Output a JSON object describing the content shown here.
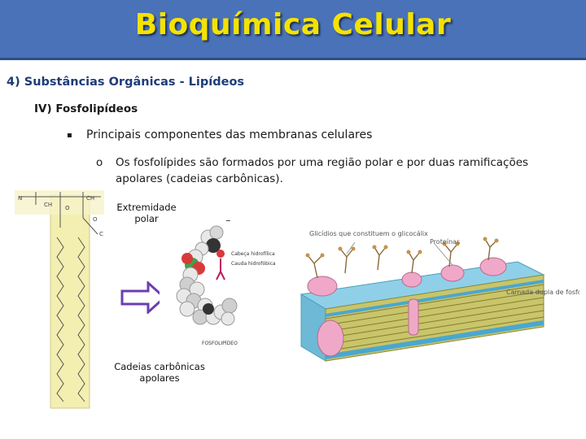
{
  "slide": {
    "title": "Bioquímica Celular",
    "section": "4) Substâncias Orgânicas - Lipídeos",
    "subsection": "IV) Fosfolipídeos",
    "bullet": "Principais componentes das membranas celulares",
    "bullet_marker": "▪",
    "sub_marker": "o",
    "sub_bullet": "Os fosfolípides são formados por uma região polar e por duas ramificações apolares (cadeias carbônicas)."
  },
  "figure": {
    "label_polar": "Extremidade polar",
    "label_apolar": "Cadeias carbônicas apolares",
    "sign_minus": "-",
    "sign_plus": "+",
    "head_hydrophilic": "Cabeça hidrofílica",
    "tail_hydrophobic": "Cauda hidrofóbica",
    "molecule_label": "FOSFOLIPÍDEO",
    "membrane_glycids": "Glicídios que constituem o glicocálix",
    "membrane_proteins": "Proteínas",
    "membrane_bilayer": "Camada dupla de fosfolipídios"
  },
  "colors": {
    "banner": "#4a72b8",
    "title": "#f4e200",
    "section": "#1f3c78",
    "arrow_fill": "#ffffff",
    "arrow_stroke": "#6a3fb0"
  }
}
